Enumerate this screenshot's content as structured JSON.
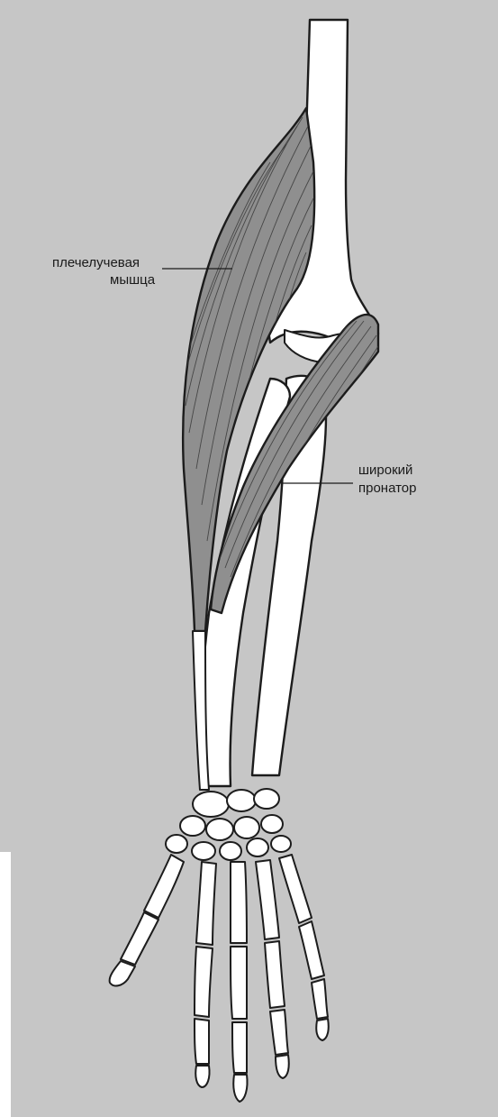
{
  "colors": {
    "background": "#c6c6c6",
    "muscle": "#8f8f8f",
    "bone": "#ffffff",
    "outline": "#1c1c1c"
  },
  "labels": {
    "brachioradialis": {
      "line1": "плечелучевая",
      "line2": "мышца"
    },
    "pronator": {
      "line1": "широкий",
      "line2": "пронатор"
    }
  }
}
